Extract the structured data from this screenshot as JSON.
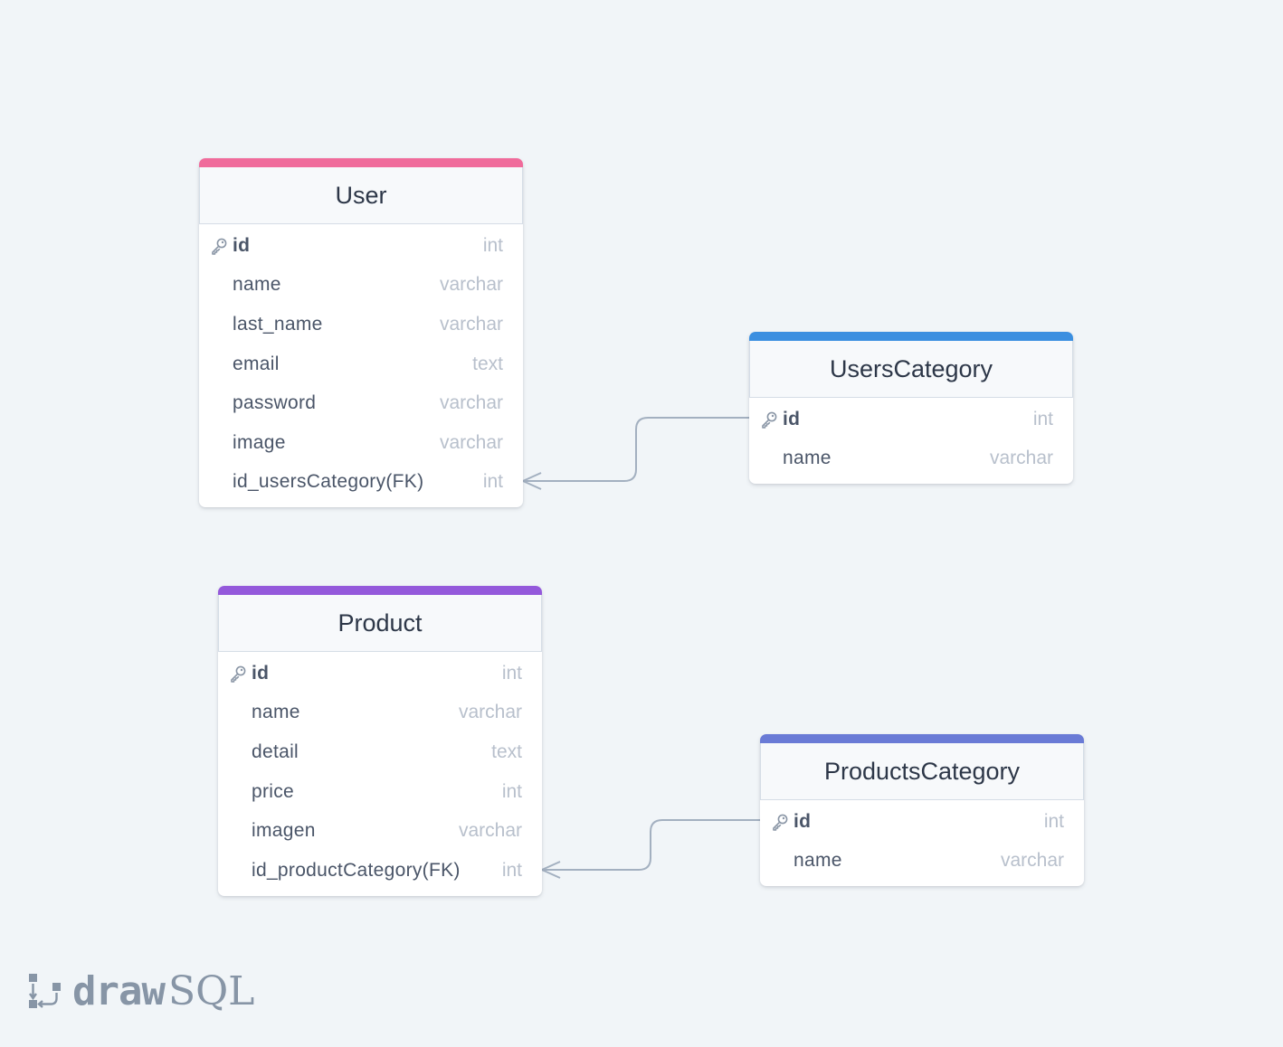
{
  "colors": {
    "background": "#f1f5f8",
    "connector": "#a3b0c0",
    "user_accent": "#f06b9b",
    "userscategory_accent": "#3b8fe0",
    "product_accent": "#9459db",
    "productscategory_accent": "#6a7bd6"
  },
  "tables": {
    "user": {
      "title": "User",
      "columns": [
        {
          "name": "id",
          "type": "int",
          "pk": true
        },
        {
          "name": "name",
          "type": "varchar"
        },
        {
          "name": "last_name",
          "type": "varchar"
        },
        {
          "name": "email",
          "type": "text"
        },
        {
          "name": "password",
          "type": "varchar"
        },
        {
          "name": "image",
          "type": "varchar"
        },
        {
          "name": "id_usersCategory(FK)",
          "type": "int"
        }
      ]
    },
    "userscategory": {
      "title": "UsersCategory",
      "columns": [
        {
          "name": "id",
          "type": "int",
          "pk": true
        },
        {
          "name": "name",
          "type": "varchar"
        }
      ]
    },
    "product": {
      "title": "Product",
      "columns": [
        {
          "name": "id",
          "type": "int",
          "pk": true
        },
        {
          "name": "name",
          "type": "varchar"
        },
        {
          "name": "detail",
          "type": "text"
        },
        {
          "name": "price",
          "type": "int"
        },
        {
          "name": "imagen",
          "type": "varchar"
        },
        {
          "name": "id_productCategory(FK)",
          "type": "int"
        }
      ]
    },
    "productscategory": {
      "title": "ProductsCategory",
      "columns": [
        {
          "name": "id",
          "type": "int",
          "pk": true
        },
        {
          "name": "name",
          "type": "varchar"
        }
      ]
    }
  },
  "relations": [
    {
      "from": "User.id_usersCategory(FK)",
      "to": "UsersCategory.id",
      "type": "many-to-one"
    },
    {
      "from": "Product.id_productCategory(FK)",
      "to": "ProductsCategory.id",
      "type": "many-to-one"
    }
  ],
  "brand": {
    "draw": "draw",
    "sql": "SQL",
    "logo_icon": "drawsql-logo-icon"
  },
  "icons": {
    "primary_key": "key-icon"
  }
}
